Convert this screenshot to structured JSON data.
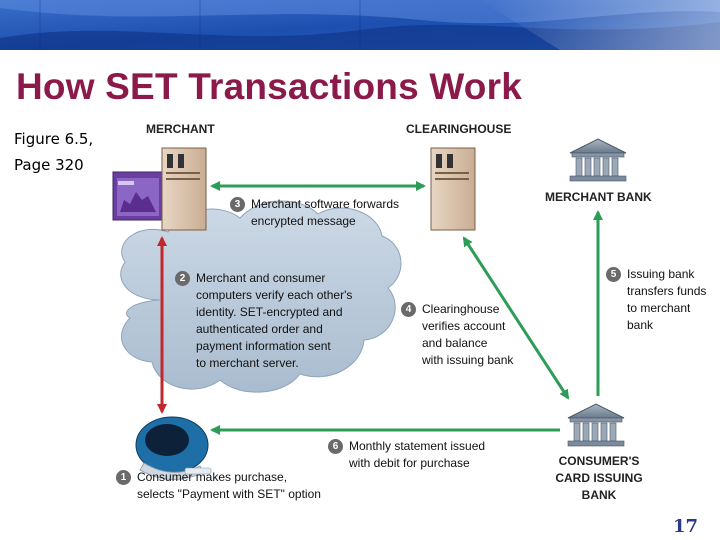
{
  "title": "How SET Transactions Work",
  "figure_ref": {
    "line1": "Figure 6.5,",
    "line2": "Page 320"
  },
  "nodes": {
    "merchant": "MERCHANT",
    "clearinghouse": "CLEARINGHOUSE",
    "merchant_bank": "MERCHANT BANK",
    "consumer_bank": "CONSUMER'S\nCARD ISSUING\nBANK"
  },
  "steps": [
    {
      "num": "1",
      "text": "Consumer makes purchase,\nselects \"Payment with SET\" option"
    },
    {
      "num": "2",
      "text": "Merchant and consumer\ncomputers verify each other's\nidentity. SET-encrypted and\nauthenticated order and\npayment information sent\nto merchant server."
    },
    {
      "num": "3",
      "text": "Merchant software forwards\nencrypted message"
    },
    {
      "num": "4",
      "text": "Clearinghouse\nverifies account\nand balance\nwith issuing bank"
    },
    {
      "num": "5",
      "text": "Issuing bank\ntransfers funds\nto merchant\nbank"
    },
    {
      "num": "6",
      "text": "Monthly statement issued\nwith debit for purchase"
    }
  ],
  "page_number": "17",
  "colors": {
    "title": "#8b1a4a",
    "red_arrow": "#c0282d",
    "green_arrow": "#2e9c57",
    "cloud": "#b9c9da",
    "page_number": "#2a3a8a"
  }
}
